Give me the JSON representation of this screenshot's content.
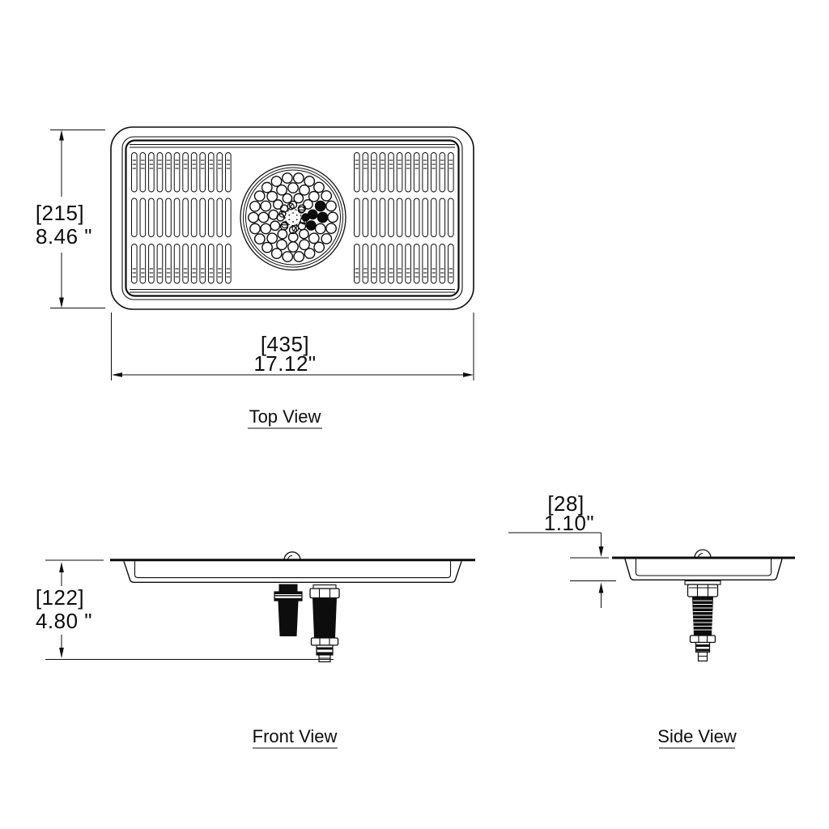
{
  "views": {
    "top": {
      "label": "Top View",
      "width_dim": {
        "metric": "[435]",
        "imperial": "17.12\""
      },
      "height_dim": {
        "metric": "[215]",
        "imperial": "8.46 \""
      }
    },
    "front": {
      "label": "Front View",
      "height_dim": {
        "metric": "[122]",
        "imperial": "4.80 \""
      }
    },
    "side": {
      "label": "Side View",
      "depth_dim": {
        "metric": "[28]",
        "imperial": "1.10\""
      }
    }
  },
  "geometry": {
    "grille": {
      "rows": 3,
      "columns_per_side": 12,
      "sides": 2
    },
    "sprayer": {
      "ring_hole_counts": [
        22,
        16,
        11,
        8
      ],
      "nozzle_screws": 6
    }
  }
}
